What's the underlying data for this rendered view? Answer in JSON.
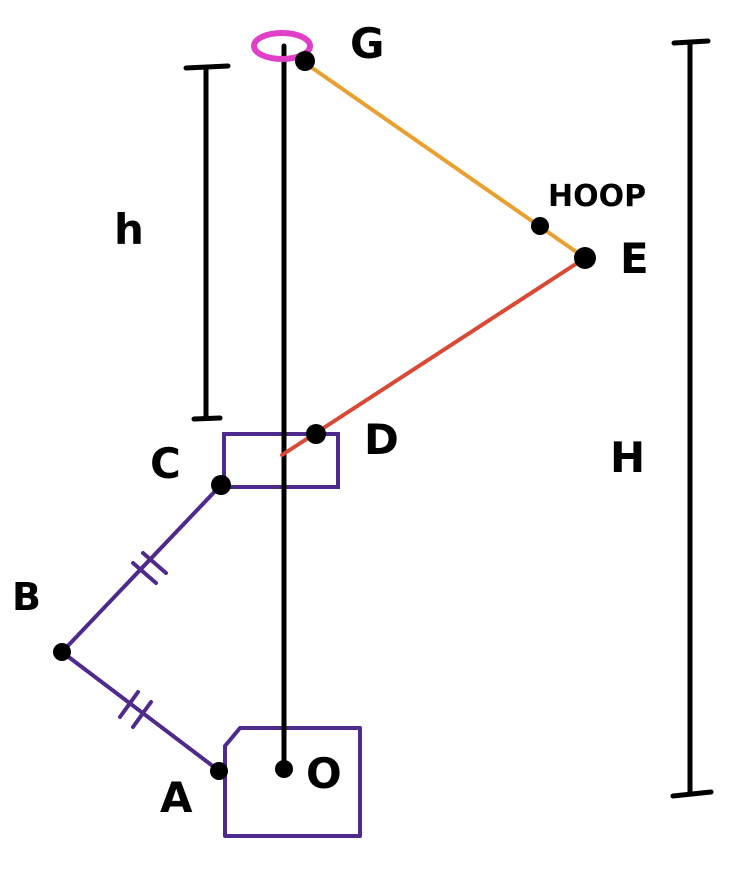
{
  "colors": {
    "pole": "#000000",
    "purple": "#4e2a8c",
    "orange": "#e8a030",
    "red": "#d84a36",
    "magenta": "#e040c8",
    "dot": "#000000"
  },
  "labels": {
    "G": "G",
    "hoop": "HOOP",
    "E": "E",
    "D": "D",
    "C": "C",
    "B": "B",
    "A": "A",
    "O": "O",
    "h": "h",
    "H": "H"
  }
}
